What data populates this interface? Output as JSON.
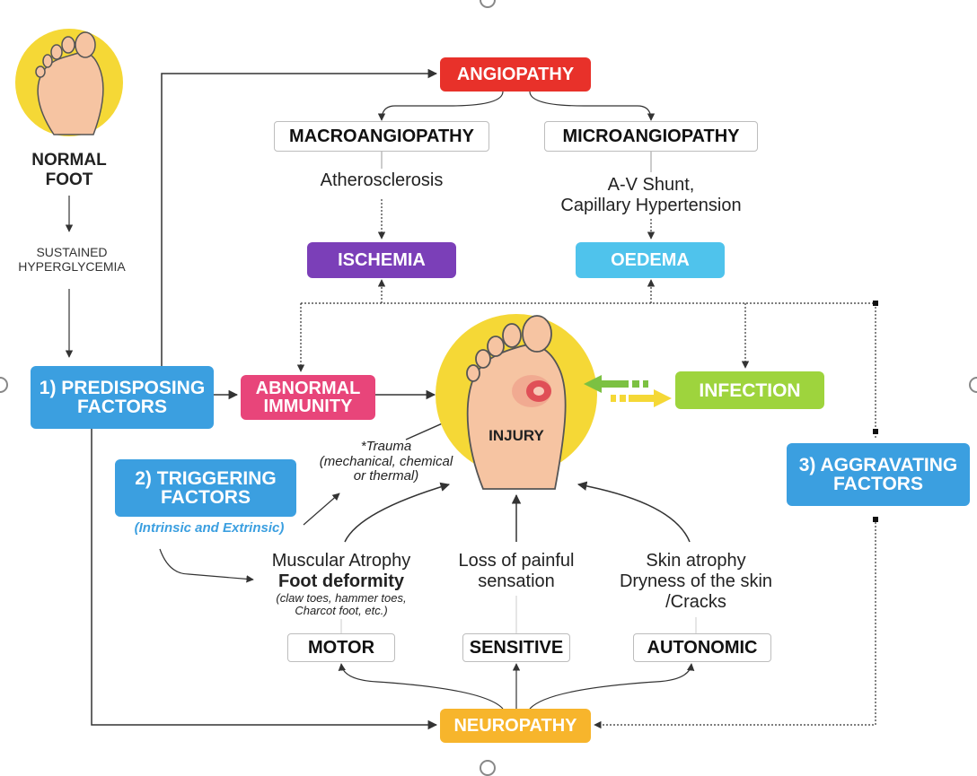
{
  "colors": {
    "angiopathy": "#e8312a",
    "ischemia": "#7b3fb8",
    "oedema": "#4fc3ec",
    "immunity": "#e8457a",
    "infection": "#9ed43d",
    "predisposing": "#3b9fe0",
    "triggering": "#3b9fe0",
    "aggravating": "#3b9fe0",
    "neuropathy": "#f7b52c",
    "foot_circle": "#f5d836",
    "skin": "#f6c4a2",
    "triggering_sub": "#3b9fe0"
  },
  "left": {
    "normal_foot": "NORMAL\nFOOT",
    "hyperglycemia": "SUSTAINED\nHYPERGLYCEMIA",
    "foot_icon": "foot-icon"
  },
  "boxes": {
    "angiopathy": "ANGIOPATHY",
    "macroangiopathy": "MACROANGIOPATHY",
    "microangiopathy": "MICROANGIOPATHY",
    "ischemia": "ISCHEMIA",
    "oedema": "OEDEMA",
    "predisposing": "1) PREDISPOSING\nFACTORS",
    "abnormal_immunity": "ABNORMAL\nIMMUNITY",
    "infection": "INFECTION",
    "triggering": "2) TRIGGERING\nFACTORS",
    "aggravating": "3) AGGRAVATING\nFACTORS",
    "motor": "MOTOR",
    "sensitive": "SENSITIVE",
    "autonomic": "AUTONOMIC",
    "neuropathy": "NEUROPATHY"
  },
  "labels": {
    "atherosclerosis": "Atherosclerosis",
    "av_shunt": "A-V Shunt,\nCapillary Hypertension",
    "injury": "INJURY",
    "trauma": "*Trauma\n(mechanical, chemical\nor thermal)",
    "triggering_sub": "(Intrinsic and Extrinsic)",
    "muscular_atrophy": "Muscular Atrophy",
    "foot_deformity": "Foot deformity",
    "deformity_examples": "(claw toes, hammer toes,\nCharcot foot, etc.)",
    "loss_sensation": "Loss of painful\nsensation",
    "skin_atrophy": "Skin atrophy\nDryness of the skin\n/Cracks"
  }
}
